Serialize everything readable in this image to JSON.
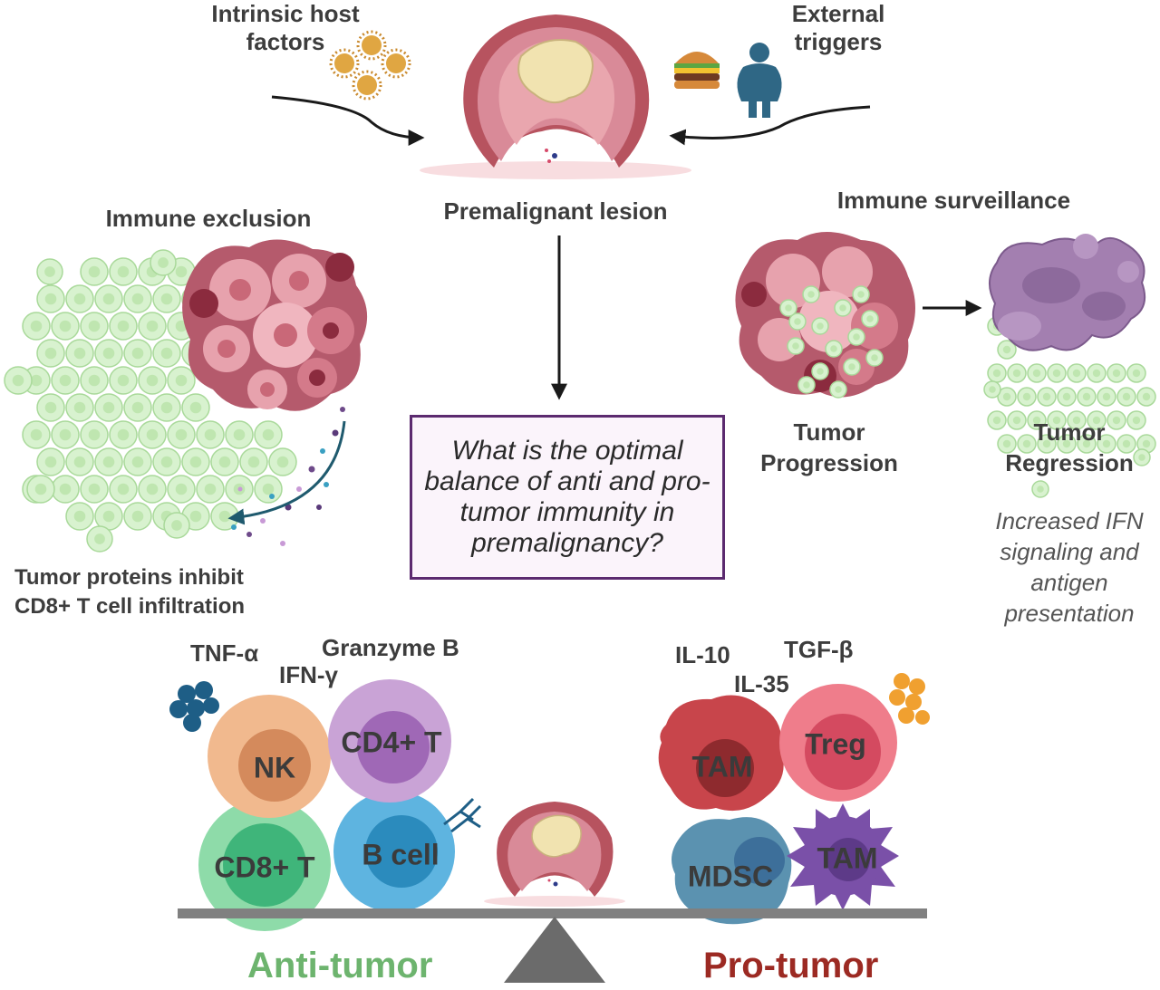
{
  "top": {
    "intrinsic": "Intrinsic host\nfactors",
    "external": "External\ntriggers",
    "lesion": "Premalignant lesion"
  },
  "left": {
    "title": "Immune exclusion",
    "caption": "Tumor proteins inhibit\nCD8+ T cell infiltration"
  },
  "right": {
    "title": "Immune surveillance",
    "progression": "Tumor\nProgression",
    "regression": "Tumor\nRegression",
    "note": "Increased IFN\nsignaling and\nantigen\npresentation"
  },
  "question": "What is the optimal balance of anti and pro-tumor immunity in premalignancy?",
  "anti": {
    "label": "Anti-tumor",
    "cytokines": {
      "tnf": "TNF-α",
      "ifn": "IFN-γ",
      "granzyme": "Granzyme B"
    },
    "cells": {
      "nk": "NK",
      "cd4": "CD4+ T",
      "cd8": "CD8+ T",
      "bcell": "B cell"
    }
  },
  "pro": {
    "label": "Pro-tumor",
    "cytokines": {
      "il10": "IL-10",
      "il35": "IL-35",
      "tgf": "TGF-β"
    },
    "cells": {
      "tam1": "TAM",
      "treg": "Treg",
      "mdsc": "MDSC",
      "tam2": "TAM"
    }
  },
  "colors": {
    "text": "#3d3d3d",
    "anti_green": "#6db46e",
    "pro_red": "#9c2a23",
    "box_border": "#5b2a6f",
    "tcell_green": "#d8f2cf",
    "tumor_pink": "#d98a98",
    "tumor_dark": "#7d2a3c",
    "macrophage_purple": "#a37fb0"
  }
}
